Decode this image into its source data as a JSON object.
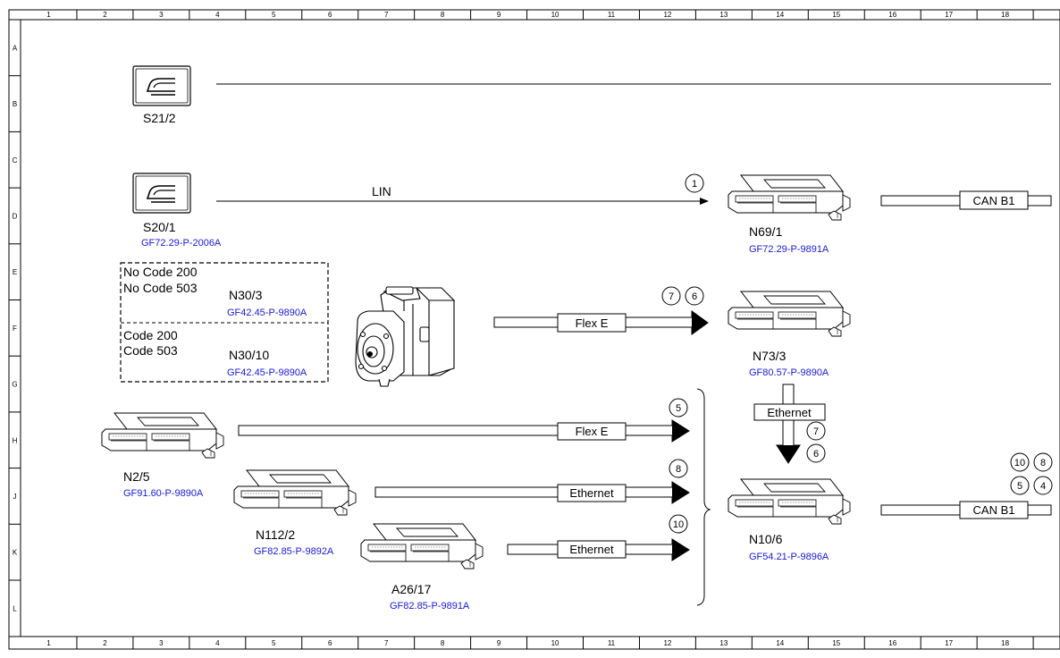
{
  "grid": {
    "columns": [
      "1",
      "2",
      "3",
      "4",
      "5",
      "6",
      "7",
      "8",
      "9",
      "10",
      "11",
      "12",
      "13",
      "14",
      "15",
      "16",
      "17",
      "18"
    ],
    "rows": [
      "A",
      "B",
      "C",
      "D",
      "E",
      "F",
      "G",
      "H",
      "J",
      "K",
      "L"
    ]
  },
  "components": {
    "s21_2": {
      "name": "S21/2"
    },
    "s20_1": {
      "name": "S20/1",
      "ref": "GF72.29-P-2006A"
    },
    "n69_1": {
      "name": "N69/1",
      "ref": "GF72.29-P-9891A"
    },
    "n30_3": {
      "name": "N30/3",
      "ref": "GF42.45-P-9890A"
    },
    "n30_10": {
      "name": "N30/10",
      "ref": "GF42.45-P-9890A"
    },
    "n73_3": {
      "name": "N73/3",
      "ref": "GF80.57-P-9890A"
    },
    "n2_5": {
      "name": "N2/5",
      "ref": "GF91.60-P-9890A"
    },
    "n112_2": {
      "name": "N112/2",
      "ref": "GF82.85-P-9892A"
    },
    "a26_17": {
      "name": "A26/17",
      "ref": "GF82.85-P-9891A"
    },
    "n10_6": {
      "name": "N10/6",
      "ref": "GF54.21-P-9896A"
    }
  },
  "variants": {
    "top_line1": "No Code 200",
    "top_line2": "No Code 503",
    "bottom_line1": "Code 200",
    "bottom_line2": "Code 503"
  },
  "connections": {
    "lin": "LIN",
    "can_b1": "CAN B1",
    "flex_e": "Flex E",
    "ethernet": "Ethernet"
  },
  "markers": {
    "m1": "1",
    "m4": "4",
    "m5": "5",
    "m6": "6",
    "m7": "7",
    "m8": "8",
    "m10": "10"
  }
}
